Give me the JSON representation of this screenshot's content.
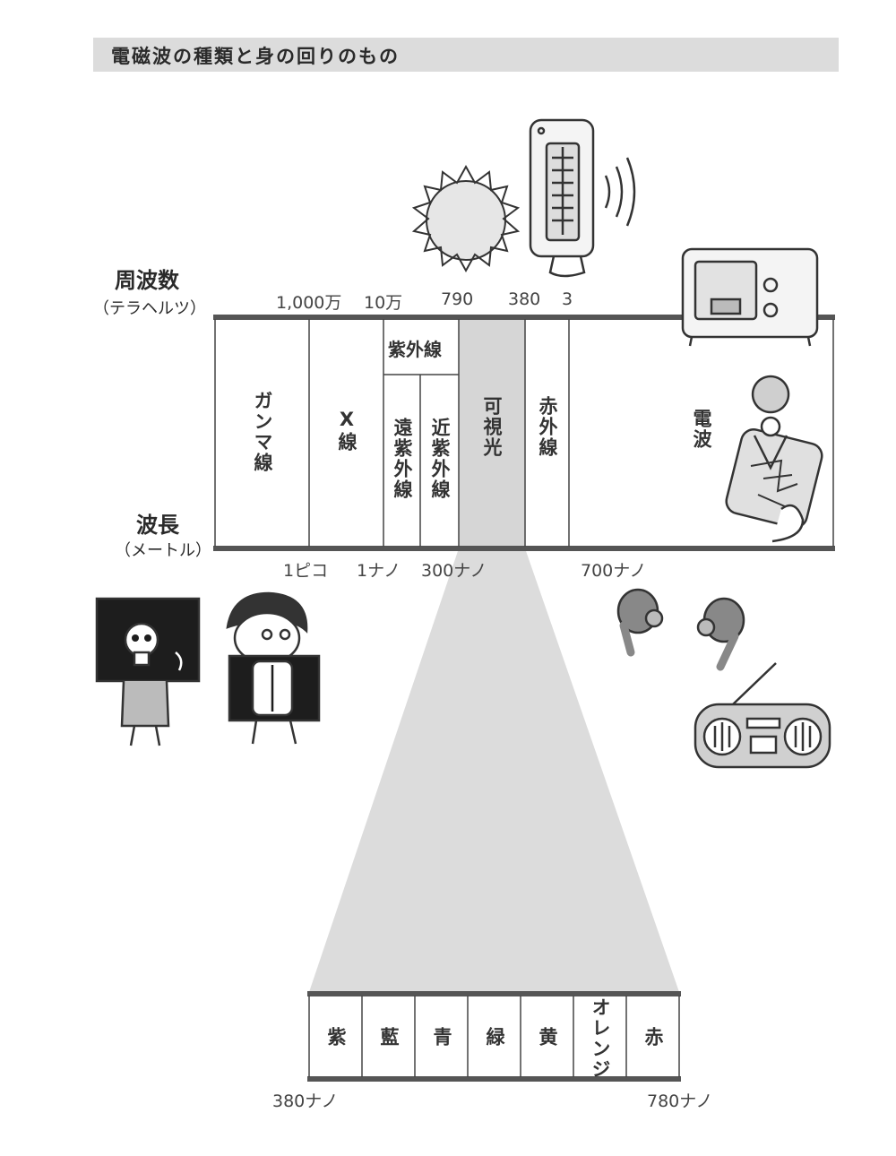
{
  "title": "電磁波の種類と身の回りのもの",
  "axes": {
    "frequency_label": "周波数",
    "frequency_unit": "（テラヘルツ）",
    "wavelength_label": "波長",
    "wavelength_unit": "（メートル）"
  },
  "frequency_ticks": [
    "1,000万",
    "10万",
    "790",
    "380",
    "3"
  ],
  "wavelength_ticks": [
    "1ピコ",
    "1ナノ",
    "300ナノ",
    "700ナノ"
  ],
  "bands": {
    "gamma": "ガンマ線",
    "xray": "X線",
    "uv": "紫外線",
    "far_uv": "遠紫外線",
    "near_uv": "近紫外線",
    "visible": "可視光",
    "infrared": "赤外線",
    "radio": "電波"
  },
  "visible_colors": [
    "紫",
    "藍",
    "青",
    "緑",
    "黄",
    "オレンジ",
    "赤"
  ],
  "visible_range": {
    "start": "380ナノ",
    "end": "780ナノ"
  },
  "colors": {
    "title_bar": "#dcdcdc",
    "visible_highlight": "#d6d6d6",
    "rule": "#555555"
  }
}
